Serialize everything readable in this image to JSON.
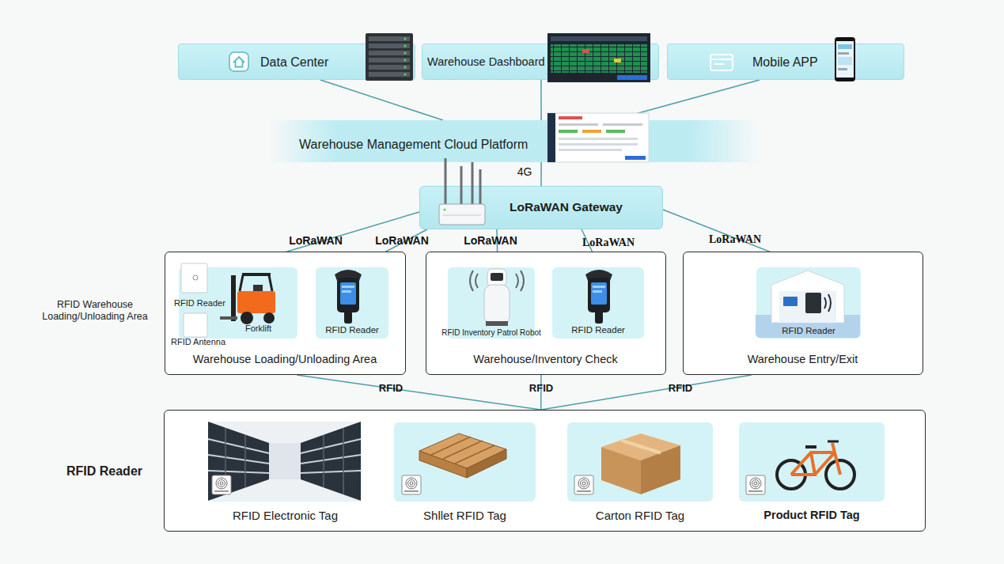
{
  "diagram": {
    "nodes": [
      {
        "text": [
          "Data Center"
        ]
      },
      {
        "text": [
          "Warehouse Dashboard"
        ]
      },
      {
        "text": [
          "Mobile APP"
        ]
      },
      {
        "text": [
          "Warehouse Management Cloud Platform"
        ]
      },
      {
        "text": [
          "LoRaWAN Gateway"
        ]
      },
      {
        "text": [
          "Warehouse Loading/Unloading Area"
        ]
      },
      {
        "text": [
          "RFID Reader",
          "Forklift"
        ],
        "in": 5
      },
      {
        "text": [
          "RFID Reader"
        ],
        "in": 5
      },
      {
        "text": [
          "Warehouse/Inventory Check"
        ]
      },
      {
        "text": [
          "RFID Inventory Patrol Robot"
        ],
        "in": 8
      },
      {
        "text": [
          "RFID Reader"
        ],
        "in": 8
      },
      {
        "text": [
          "Warehouse Entry/Exit"
        ]
      },
      {
        "text": [
          "RFID Reader"
        ],
        "in": 11
      },
      {
        "text": [
          "RFID Reader"
        ]
      },
      {
        "text": [
          "RFID Electronic Tag"
        ],
        "in": 13
      },
      {
        "text": [
          "Shllet RFID Tag"
        ],
        "in": 13
      },
      {
        "text": [
          "Carton RFID Tag"
        ],
        "in": 13
      },
      {
        "text": [
          "Product RFID Tag"
        ],
        "in": 13
      }
    ],
    "edges": [
      {
        "from": 0,
        "to": 3,
        "arrow": "none"
      },
      {
        "from": 1,
        "to": 3,
        "arrow": "none"
      },
      {
        "from": 2,
        "to": 3,
        "arrow": "none"
      },
      {
        "from": 3,
        "to": 4,
        "label": "4G",
        "arrow": "none"
      },
      {
        "from": 4,
        "to": 6,
        "label": "LoRaWAN",
        "arrow": "none"
      },
      {
        "from": 4,
        "to": 7,
        "label": "LoRaWAN",
        "arrow": "none"
      },
      {
        "from": 4,
        "to": 9,
        "label": "LoRaWAN",
        "arrow": "none"
      },
      {
        "from": 4,
        "to": 10,
        "label": "LoRaWAN",
        "arrow": "none"
      },
      {
        "from": 4,
        "to": 12,
        "label": "LoRaWAN",
        "arrow": "none"
      },
      {
        "from": 5,
        "to": 13,
        "label": "RFID",
        "arrow": "none"
      },
      {
        "from": 8,
        "to": 13,
        "label": "RFID",
        "arrow": "none"
      },
      {
        "from": 11,
        "to": 13,
        "label": "RFID",
        "arrow": "none"
      }
    ],
    "labels": [
      "RFID Warehouse Loading/Unloading Area",
      "RFID Antenna"
    ]
  }
}
